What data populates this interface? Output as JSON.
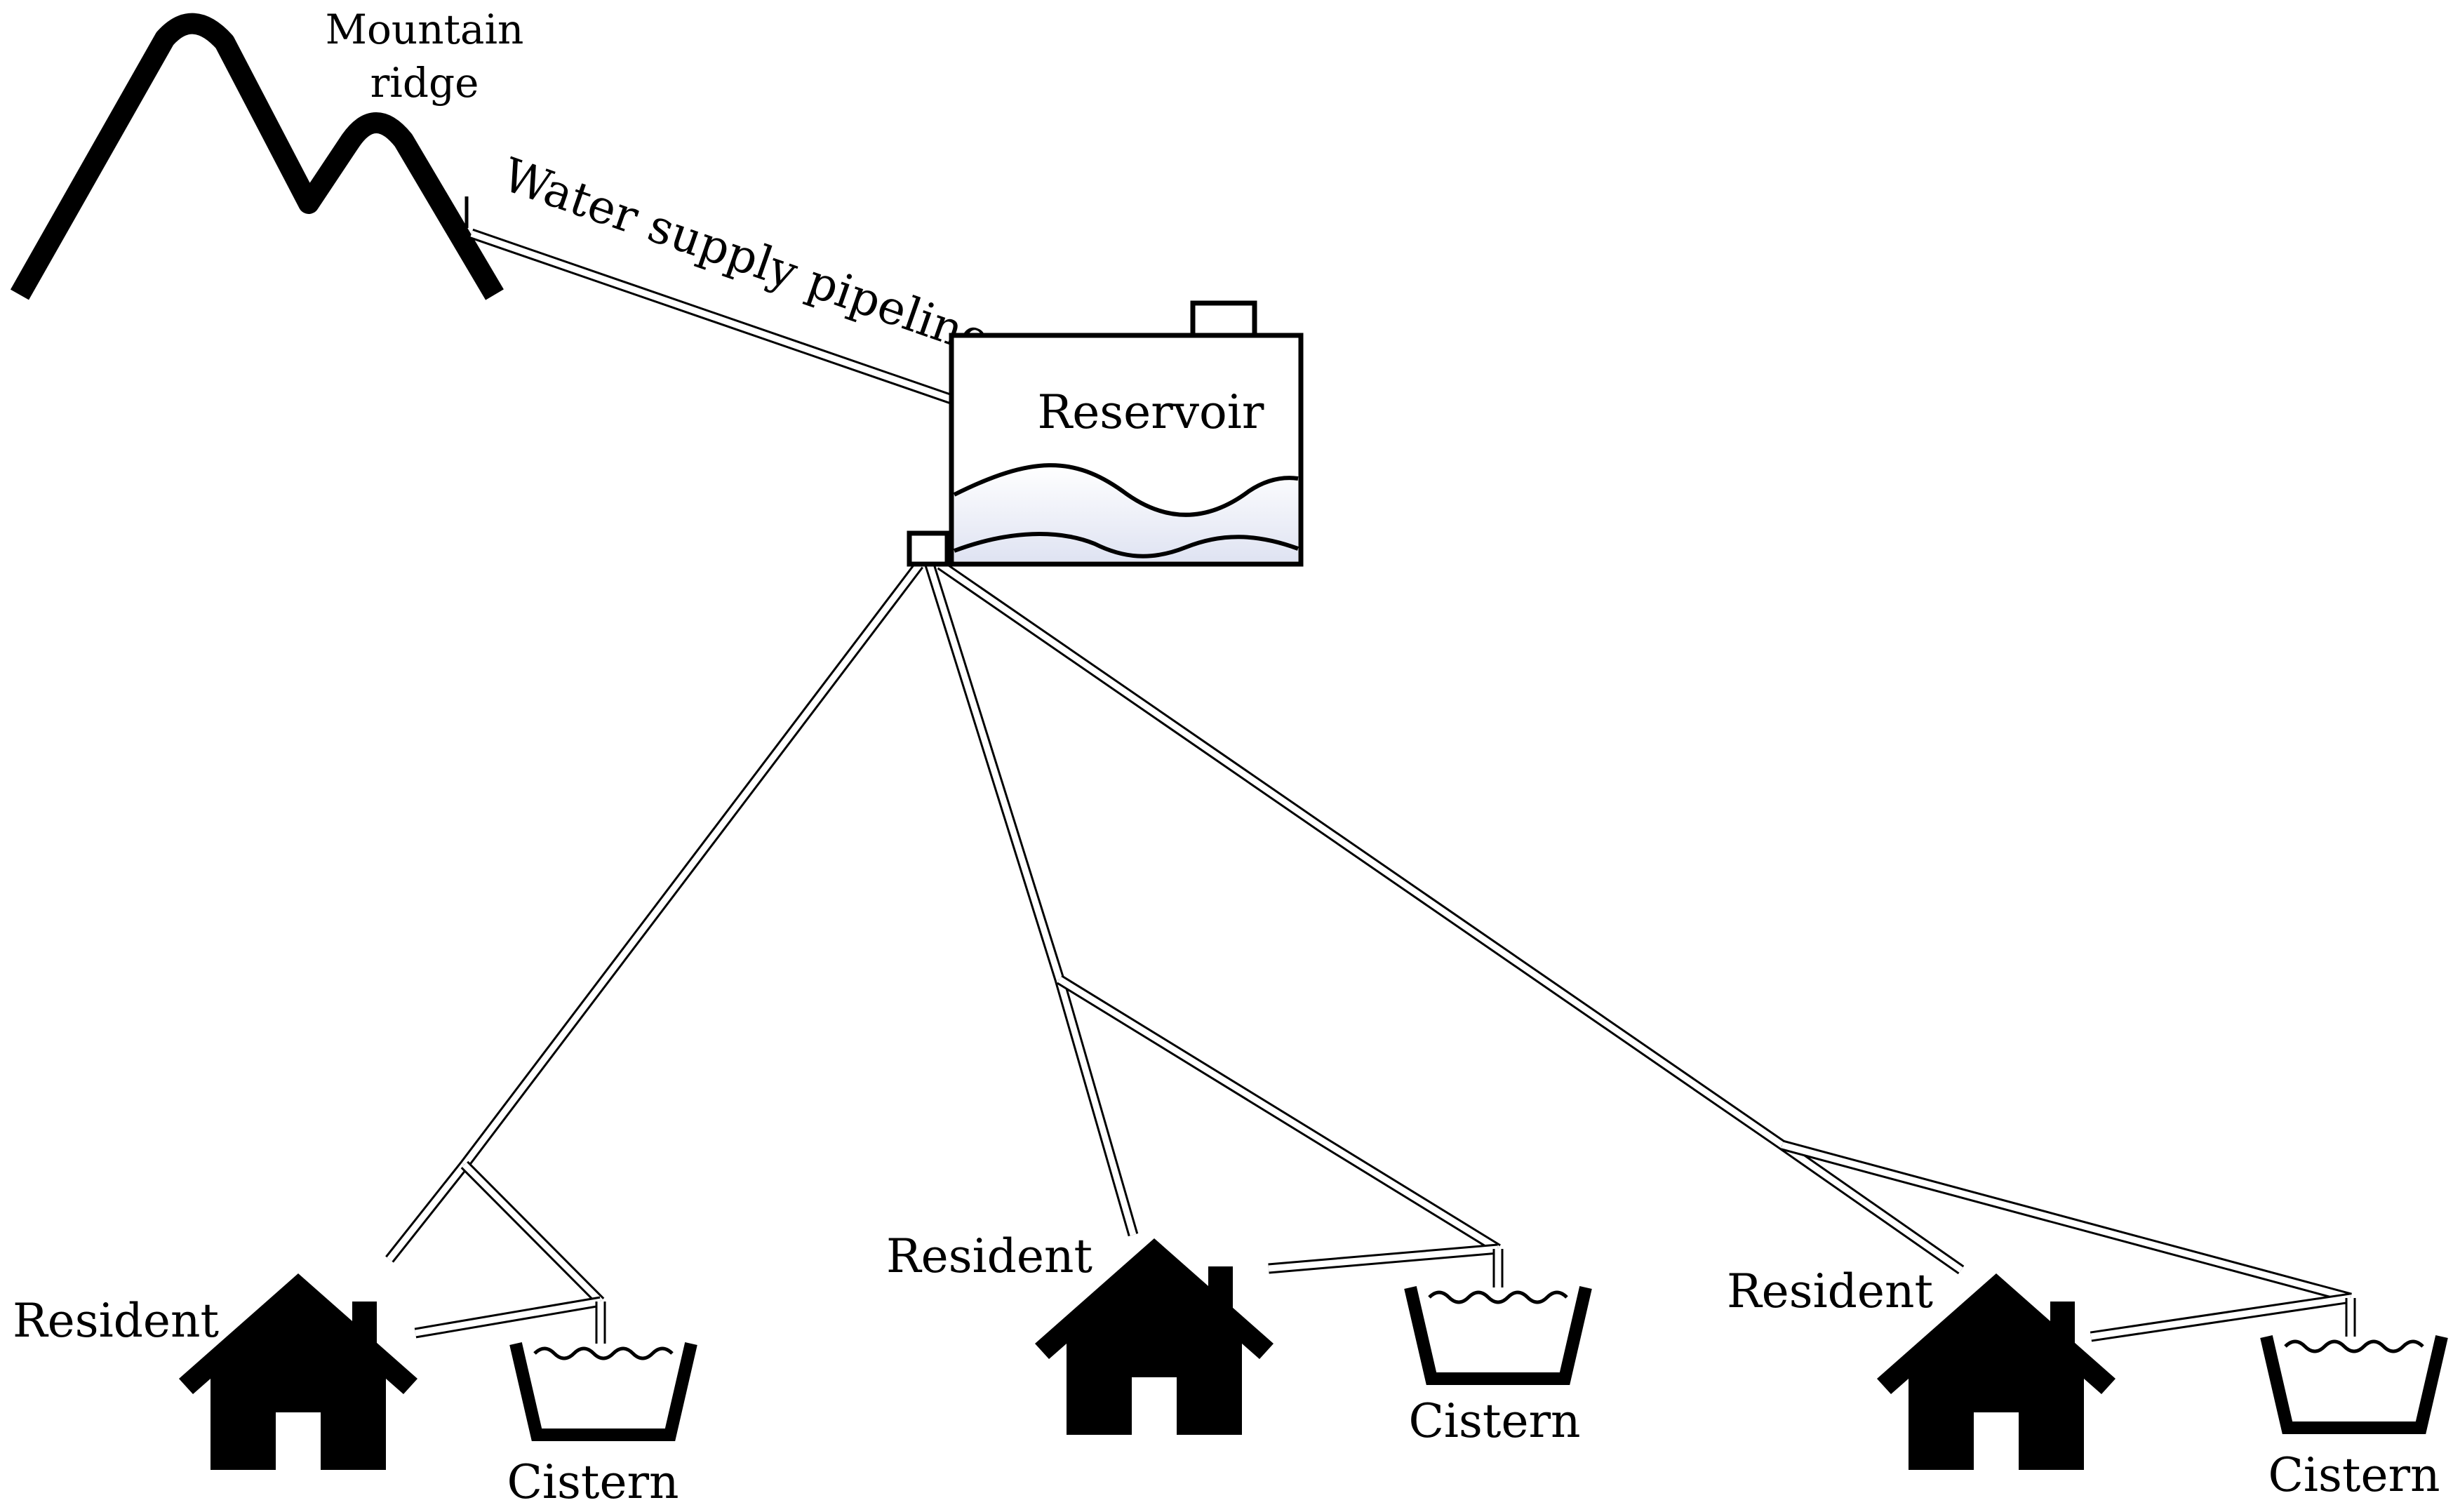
{
  "labels": {
    "mountain_line1": "Mountain",
    "mountain_line2": "ridge",
    "pipeline": "Water supply pipeline",
    "reservoir": "Reservoir",
    "resident_1": "Resident",
    "resident_2": "Resident",
    "resident_3": "Resident",
    "cistern_1": "Cistern",
    "cistern_2": "Cistern",
    "cistern_3": "Cistern"
  },
  "colors": {
    "stroke": "#000000",
    "water_fill": "#e6e9f5",
    "background": "#ffffff"
  },
  "icons": [
    "mountain-icon",
    "reservoir-tank-icon",
    "house-icon",
    "cistern-icon"
  ]
}
